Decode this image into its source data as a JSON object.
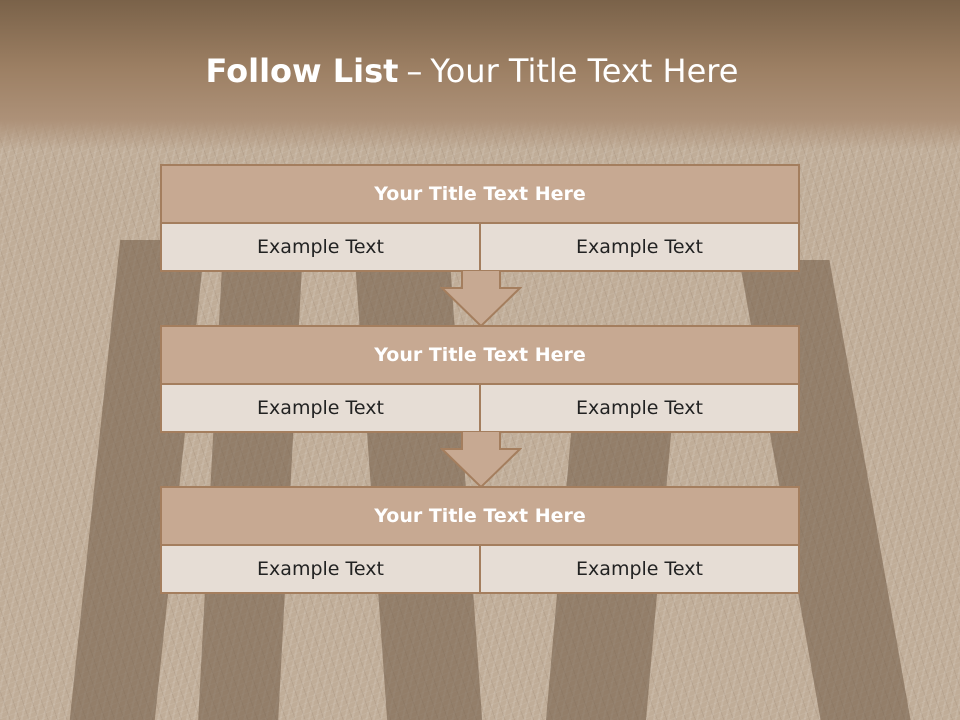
{
  "slide": {
    "title_bold": "Follow List",
    "title_separator": "–",
    "title_rest": "Your Title Text Here"
  },
  "blocks": [
    {
      "title": "Your Title Text Here",
      "left": "Example Text",
      "right": "Example Text"
    },
    {
      "title": "Your Title Text Here",
      "left": "Example Text",
      "right": "Example Text"
    },
    {
      "title": "Your Title Text Here",
      "left": "Example Text",
      "right": "Example Text"
    }
  ],
  "colors": {
    "header_fill": "#c7a992",
    "cell_fill": "#e6ddd5",
    "border": "#a47e5e",
    "arrow_fill": "#c7a992"
  },
  "icons": [
    "arrow-down-icon",
    "arrow-down-icon"
  ]
}
